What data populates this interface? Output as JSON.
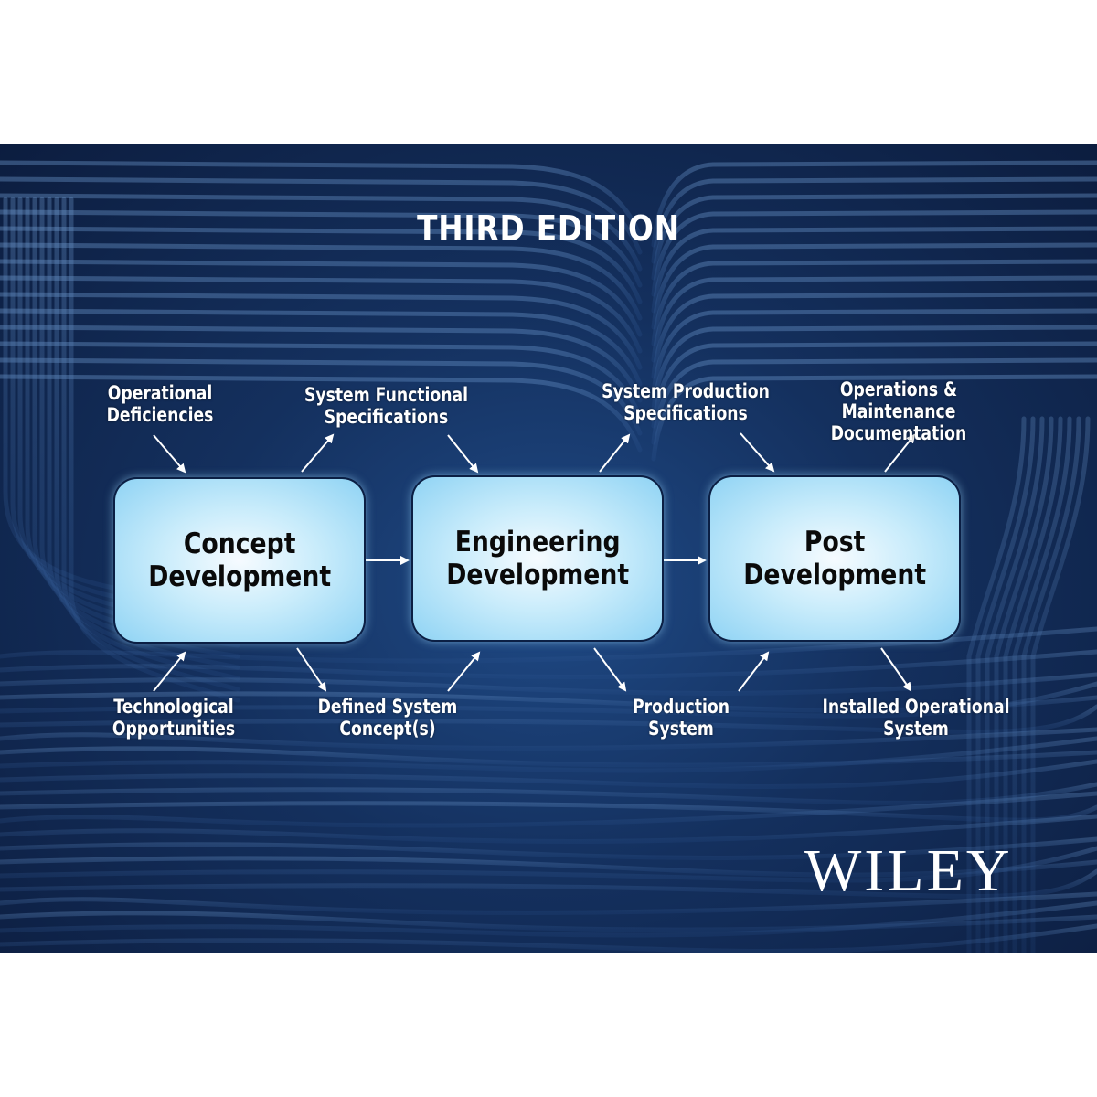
{
  "cover": {
    "edition": "THIRD EDITION",
    "publisher": "WILEY"
  },
  "diagram": {
    "stages": [
      {
        "label": "Concept\nDevelopment"
      },
      {
        "label": "Engineering\nDevelopment"
      },
      {
        "label": "Post\nDevelopment"
      }
    ],
    "inputs_top": [
      {
        "label": "Operational\nDeficiencies"
      },
      {
        "label": "System Functional\nSpecifications"
      },
      {
        "label": "System Production\nSpecifications"
      },
      {
        "label": "Operations & Maintenance\nDocumentation"
      }
    ],
    "outputs_bottom": [
      {
        "label": "Technological\nOpportunities"
      },
      {
        "label": "Defined System\nConcept(s)"
      },
      {
        "label": "Production\nSystem"
      },
      {
        "label": "Installed Operational\nSystem"
      }
    ]
  },
  "colors": {
    "background": "#14305e",
    "box_fill": "#c9ecfb",
    "text": "#ffffff"
  }
}
